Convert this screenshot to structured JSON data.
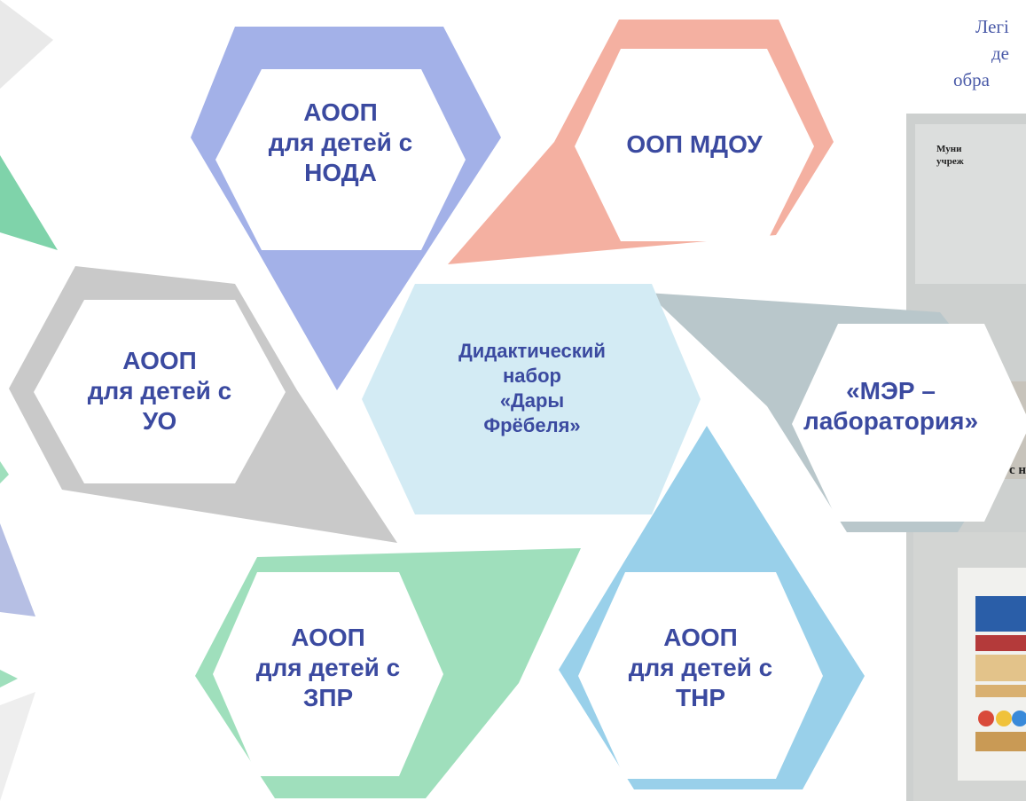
{
  "colors": {
    "nodes_purple": "#a3b1e8",
    "oop_salmon": "#f4b0a1",
    "uo_gray": "#c9c9c9",
    "center_blue": "#d3ebf4",
    "mer_slate": "#b9c7cb",
    "zpr_green": "#9fdfbc",
    "tnr_blue": "#99d0ea",
    "text": "#3b4aa0"
  },
  "nodes": {
    "center": "Дидактический\nнабор\n«Дары\nФрёбеля»",
    "noda": "АООП\nдля детей с\nНОДА",
    "oop": "ООП МДОУ",
    "uo": "АООП\nдля детей  с\nУО",
    "mer": "«МЭР –\nлаборатория»",
    "zpr": "АООП\nдля детей с\nЗПР",
    "tnr": "АООП\nдля детей с\nТНР"
  },
  "side_text": {
    "line1": "Легі",
    "line2": "де",
    "line3": "обра"
  },
  "book": {
    "header1": "Муни",
    "header2": "учреж",
    "fragment": "с н"
  }
}
